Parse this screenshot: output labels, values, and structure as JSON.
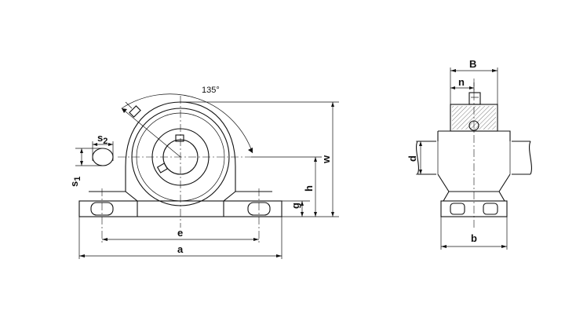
{
  "front_view": {
    "angle_label": "135°",
    "dim_s2": "s",
    "dim_s2_sub": "2",
    "dim_s1": "s",
    "dim_s1_sub": "1",
    "dim_e": "e",
    "dim_a": "a",
    "dim_g": "g",
    "dim_h": "h",
    "dim_w": "w"
  },
  "side_view": {
    "dim_B": "B",
    "dim_n": "n",
    "dim_d": "d",
    "dim_b": "b"
  }
}
